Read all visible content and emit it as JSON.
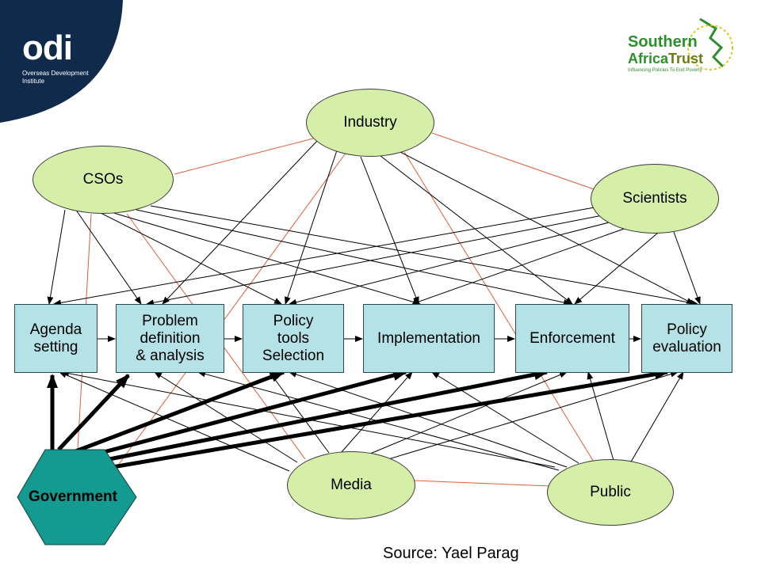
{
  "logos": {
    "odi": {
      "name": "odi",
      "subtitle": "Overseas Development\nInstitute",
      "color": "#0f2a4a"
    },
    "sat": {
      "line1": "Southern",
      "line2a": "Africa",
      "line2b": "Trust",
      "tagline": "Influencing Policies To End Poverty",
      "color": "#2f8f2f"
    }
  },
  "actors": {
    "industry": "Industry",
    "csos": "CSOs",
    "scientists": "Scientists",
    "media": "Media",
    "public": "Public",
    "government": "Government"
  },
  "stages": {
    "agenda": "Agenda\nsetting",
    "problem": "Problem\ndefinition\n& analysis",
    "tools": "Policy\ntools\nSelection",
    "implementation": "Implementation",
    "enforcement": "Enforcement",
    "evaluation": "Policy\nevaluation"
  },
  "colors": {
    "stage_fill": "#b4e2e6",
    "actor_fill": "#d5efa9",
    "government_fill": "#139a91",
    "red_link": "#e25c3c"
  },
  "source": "Source: Yael Parag"
}
